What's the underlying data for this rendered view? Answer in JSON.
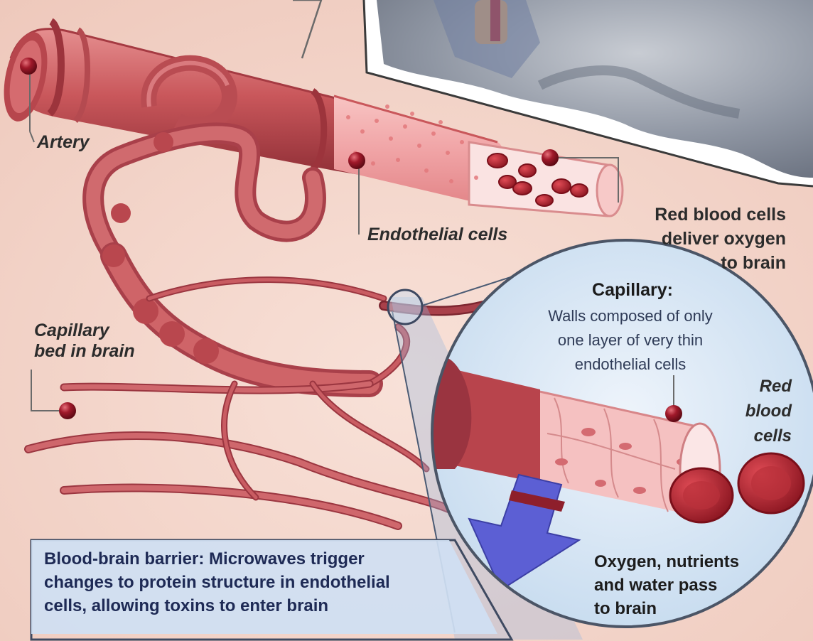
{
  "labels": {
    "artery": "Artery",
    "endothelial": "Endothelial cells",
    "capillary_bed": [
      "Capillary",
      "bed in brain"
    ],
    "rbc_deliver": [
      "Red blood cells",
      "deliver oxygen",
      "to brain"
    ],
    "capillary_title": "Capillary:",
    "capillary_desc": [
      "Walls composed of only",
      "one layer of very thin",
      "endothelial cells"
    ],
    "rbc_short": [
      "Red",
      "blood",
      "cells"
    ],
    "oxygen": [
      "Oxygen, nutrients",
      "and water pass",
      "to brain"
    ],
    "barrier_bold": "Blood-brain barrier:",
    "barrier_text": [
      "Microwaves trigger",
      "changes to protein structure in endothelial",
      "cells, allowing toxins to enter brain"
    ]
  },
  "colors": {
    "background": "#f3d6cc",
    "vessel": "#c9575b",
    "vessel_dark": "#a93d44",
    "vessel_light": "#e3888a",
    "blood_cell": "#b32a35",
    "marker": "#8e1422",
    "callout_fill": "#d7e6f6",
    "arrow": "#5c5fd4"
  }
}
